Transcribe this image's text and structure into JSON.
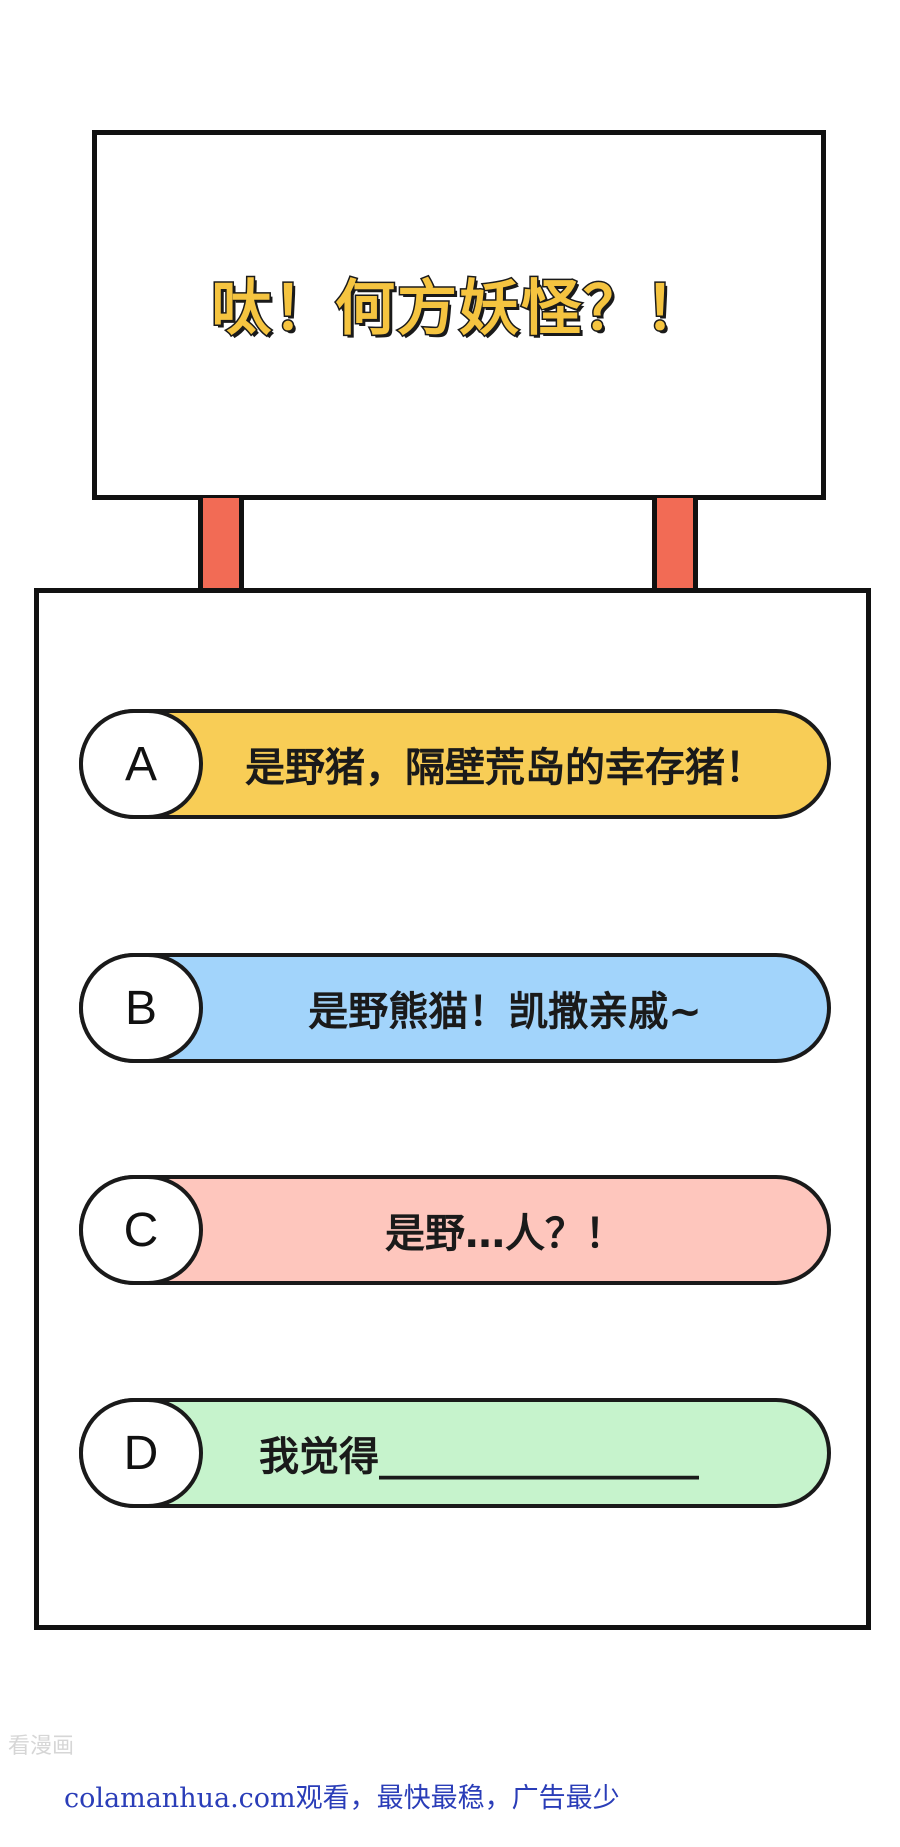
{
  "sign": {
    "title": "呔！何方妖怪？！"
  },
  "options": [
    {
      "letter": "A",
      "text": "是野猪，隔壁荒岛的幸存猪！",
      "color": "#f8cd56"
    },
    {
      "letter": "B",
      "text": "是野熊猫！凯撒亲戚~",
      "color": "#a2d4fb"
    },
    {
      "letter": "C",
      "text": "是野…人？！",
      "color": "#fec6bd"
    },
    {
      "letter": "D",
      "text": "我觉得________________",
      "color": "#c6f3cc"
    }
  ],
  "watermark": "看漫画",
  "footer": "colamanhua.com观看，最快最稳，广告最少"
}
